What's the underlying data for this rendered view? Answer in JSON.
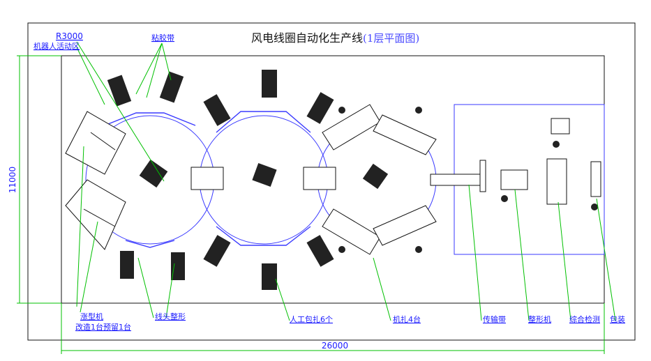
{
  "title": {
    "main": "风电线圈自动化生产线",
    "sub": "(1层平面图)"
  },
  "dimensions": {
    "width": "26000",
    "height": "11000"
  },
  "labels": {
    "r3000": "R3000",
    "robot_zone": "机器人活动区",
    "adhesive_tape": "粘胶带",
    "winding_machine": "涨型机",
    "retrofit": "改造1台预留1台",
    "wire_end_shaping": "线头整形",
    "manual_wrapping": "人工包扎6个",
    "machine_wrapping": "机扎4台",
    "conveyor": "传输带",
    "shaping_machine": "整形机",
    "inspection": "综合检测",
    "packing": "包装"
  },
  "colors": {
    "border": "#111111",
    "guide": "#00c000",
    "circle": "#3a3aff",
    "text": "#1a1aff"
  }
}
